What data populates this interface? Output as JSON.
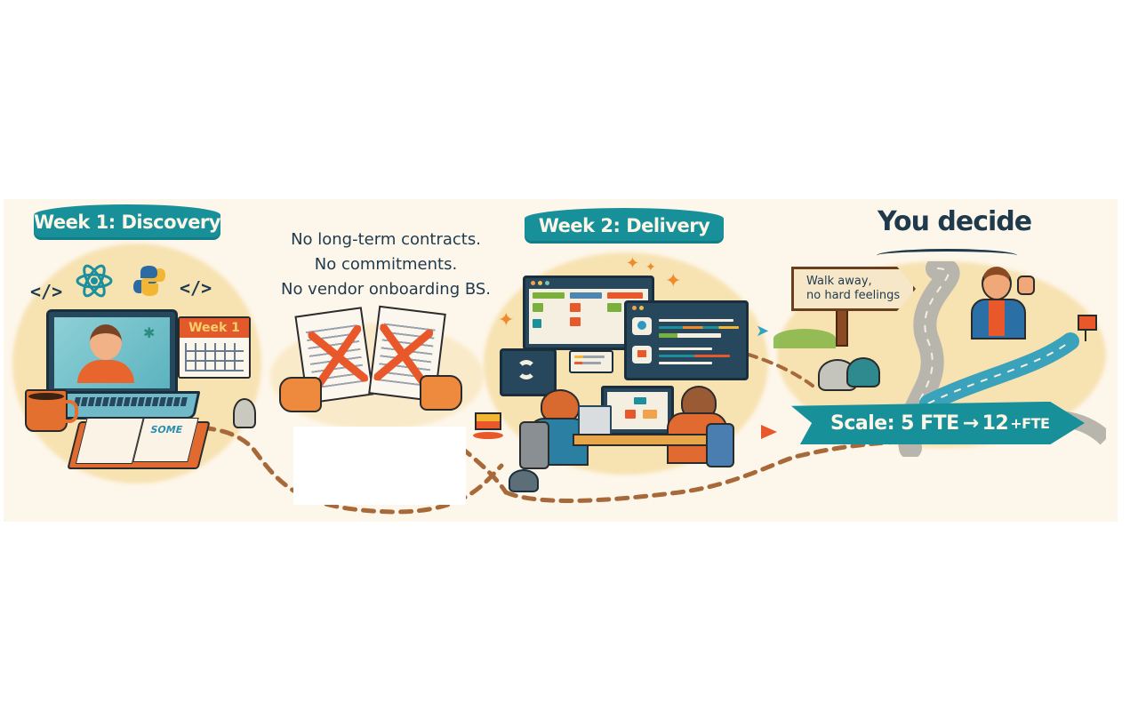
{
  "illustration": {
    "background_color": "#fdf6ea",
    "accent_teal": "#17909a",
    "accent_orange": "#f08a2a",
    "text_navy": "#1f3a4d",
    "path_brown": "#a8693a"
  },
  "section_week1": {
    "banner": "Week 1: Discovery",
    "icons": [
      "code-brackets-icon",
      "react-atom-icon",
      "python-logo-icon",
      "code-brackets-icon"
    ],
    "code_glyph": "</>",
    "calendar_label": "Week 1",
    "notebook_text": "SOME"
  },
  "section_tagline": {
    "lines": [
      "No long-term contracts.",
      "No commitments.",
      "No vendor onboarding BS."
    ]
  },
  "section_week2": {
    "banner": "Week 2: Delivery"
  },
  "section_decide": {
    "title": "You decide",
    "sign_line1": "Walk away,",
    "sign_line2": "no hard feelings",
    "scale_prefix": "Scale: 5 FTE",
    "scale_arrow": "→",
    "scale_target": "12",
    "scale_suffix": "+FTE"
  }
}
